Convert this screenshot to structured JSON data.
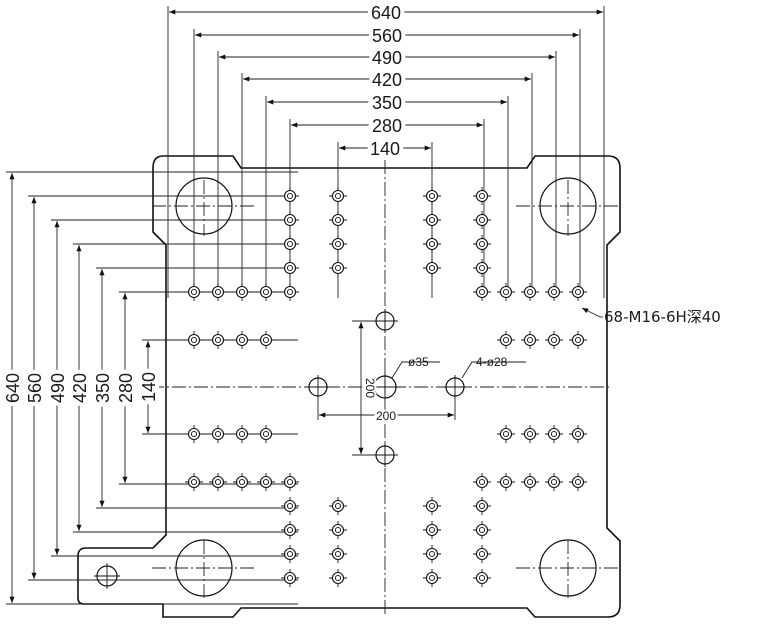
{
  "dimensions": {
    "horizontal": [
      "640",
      "560",
      "490",
      "420",
      "350",
      "280",
      "140"
    ],
    "vertical": [
      "640",
      "560",
      "490",
      "420",
      "350",
      "280",
      "140"
    ]
  },
  "annotations": {
    "thread_callout": "68-M16-6H深40",
    "center_hole": "ø35",
    "tie_holes": "4-ø28",
    "hole_spacing_h": "200",
    "hole_spacing_v": "200"
  }
}
